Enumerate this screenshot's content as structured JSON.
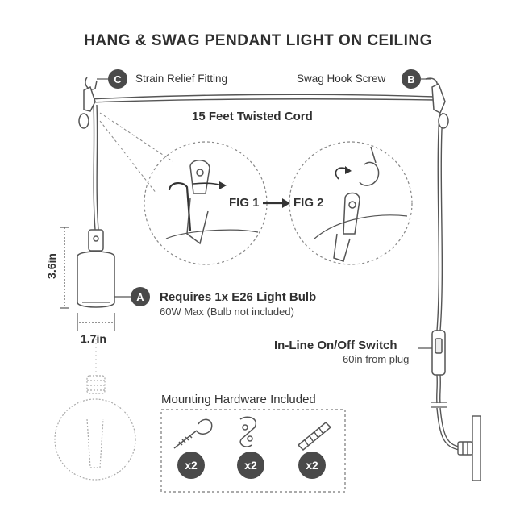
{
  "title": "HANG & SWAG PENDANT LIGHT ON CEILING",
  "callouts": {
    "c": {
      "letter": "C",
      "label": "Strain Relief Fitting"
    },
    "b": {
      "letter": "B",
      "label": "Swag Hook Screw"
    },
    "a": {
      "letter": "A",
      "label": "Requires 1x E26 Light Bulb",
      "sub": "60W Max (Bulb not included)"
    }
  },
  "cord_label": "15 Feet Twisted Cord",
  "fig1": "FIG 1",
  "fig2": "FIG 2",
  "dimensions": {
    "height": "3.6in",
    "width": "1.7in"
  },
  "switch": {
    "label": "In-Line On/Off Switch",
    "sub": "60in from plug"
  },
  "hardware": {
    "title": "Mounting Hardware Included",
    "items": [
      {
        "icon": "screw-hook-icon",
        "qty": "x2"
      },
      {
        "icon": "swag-hook-icon",
        "qty": "x2"
      },
      {
        "icon": "wall-anchor-icon",
        "qty": "x2"
      }
    ]
  },
  "colors": {
    "line": "#555555",
    "badge": "#4a4a4a",
    "dashed": "#777777"
  }
}
